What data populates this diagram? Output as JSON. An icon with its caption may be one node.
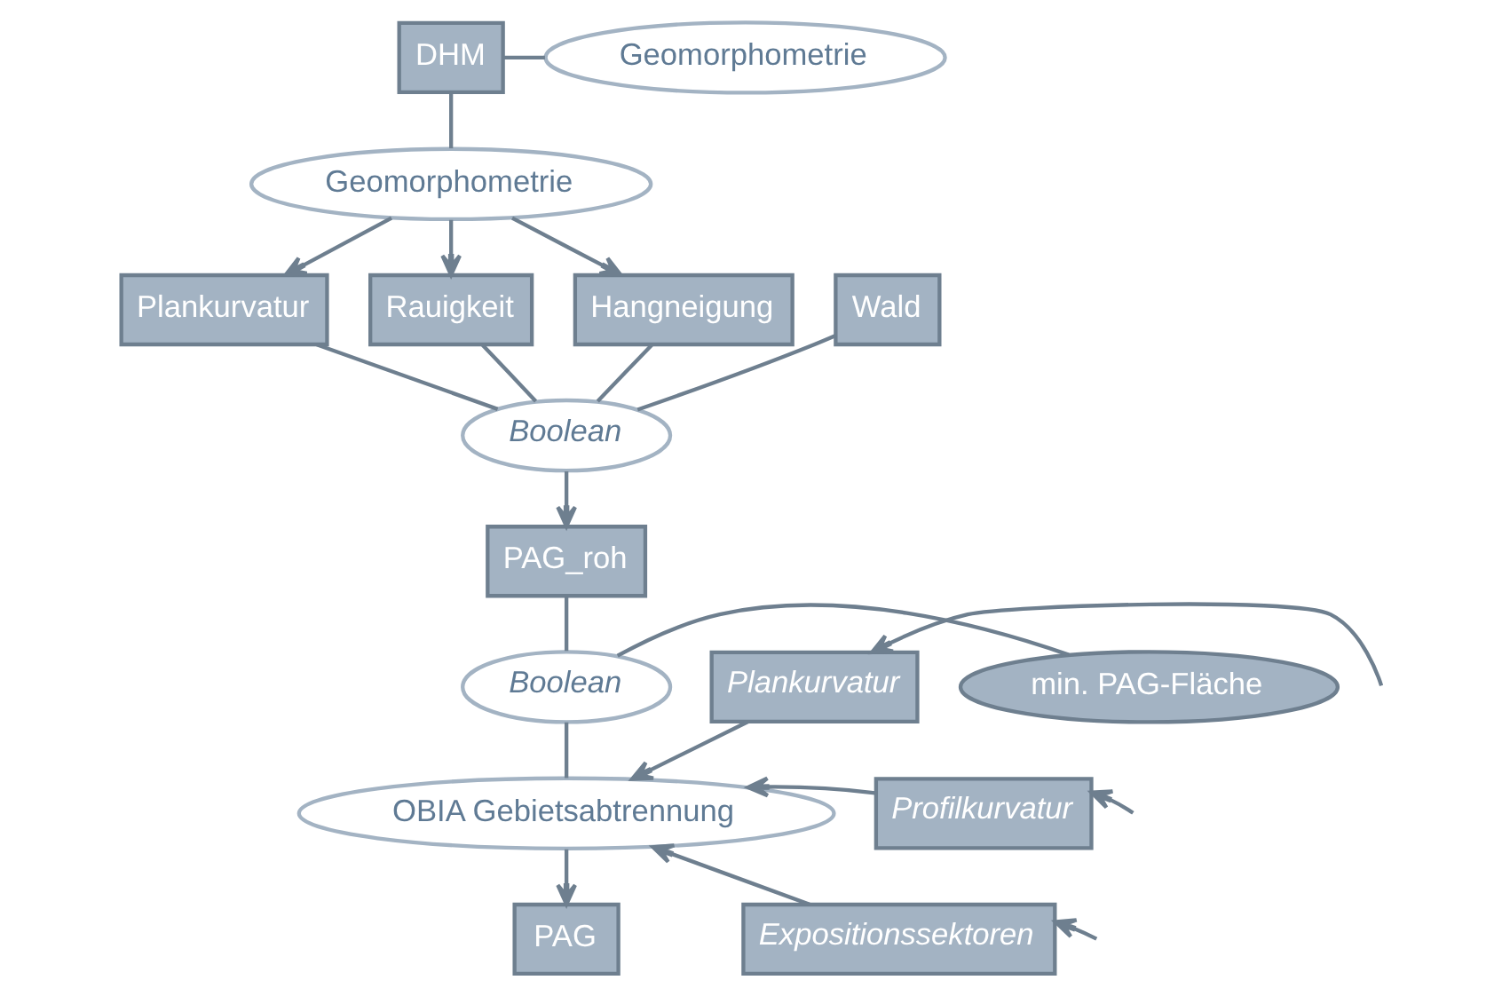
{
  "diagram": {
    "nodes": [
      {
        "text": [
          "DHM"
        ]
      },
      {
        "text": [
          "Geomorphometrie"
        ]
      },
      {
        "text": [
          "Geomorphometrie"
        ]
      },
      {
        "text": [
          "Hangneigung"
        ]
      },
      {
        "text": [
          "Plankurvatur"
        ]
      },
      {
        "text": [
          "Rauigkeit"
        ]
      },
      {
        "text": [
          "Wald"
        ]
      },
      {
        "text": [
          "Boolean"
        ]
      },
      {
        "text": [
          "PAG_roh"
        ]
      },
      {
        "text": [
          "min. PAG-Fläche"
        ]
      },
      {
        "text": [
          "Boolean"
        ]
      },
      {
        "text": [
          "Plankurvatur"
        ]
      },
      {
        "text": [
          "Profilkurvatur"
        ]
      },
      {
        "text": [
          "Expositionssektoren"
        ]
      },
      {
        "text": [
          "OBIA Gebietsabtrennung"
        ]
      },
      {
        "text": [
          "PAG"
        ]
      }
    ],
    "edges": [
      {
        "from": 0,
        "to": 1,
        "arrow": "none"
      },
      {
        "from": 0,
        "to": 2,
        "arrow": "none"
      },
      {
        "from": 2,
        "to": 3,
        "arrow": "to"
      },
      {
        "from": 2,
        "to": 4,
        "arrow": "to"
      },
      {
        "from": 2,
        "to": 5,
        "arrow": "to"
      },
      {
        "from": 3,
        "to": 7,
        "arrow": "none"
      },
      {
        "from": 4,
        "to": 7,
        "arrow": "none"
      },
      {
        "from": 5,
        "to": 7,
        "arrow": "none"
      },
      {
        "from": 6,
        "to": 7,
        "arrow": "none"
      },
      {
        "from": 7,
        "to": 8,
        "arrow": "to"
      },
      {
        "from": 8,
        "to": 10,
        "arrow": "none"
      },
      {
        "from": 9,
        "to": 10,
        "arrow": "none"
      },
      {
        "from": 10,
        "to": 14,
        "arrow": "none"
      },
      {
        "from": 11,
        "to": 14,
        "arrow": "to"
      },
      {
        "from": 12,
        "to": 14,
        "arrow": "to"
      },
      {
        "from": 13,
        "to": 14,
        "arrow": "to"
      },
      {
        "from": 14,
        "to": 15,
        "arrow": "to"
      },
      {
        "from": null,
        "to": 11,
        "arrow": "to"
      },
      {
        "from": null,
        "to": 12,
        "arrow": "to"
      },
      {
        "from": null,
        "to": 13,
        "arrow": "to"
      }
    ]
  }
}
